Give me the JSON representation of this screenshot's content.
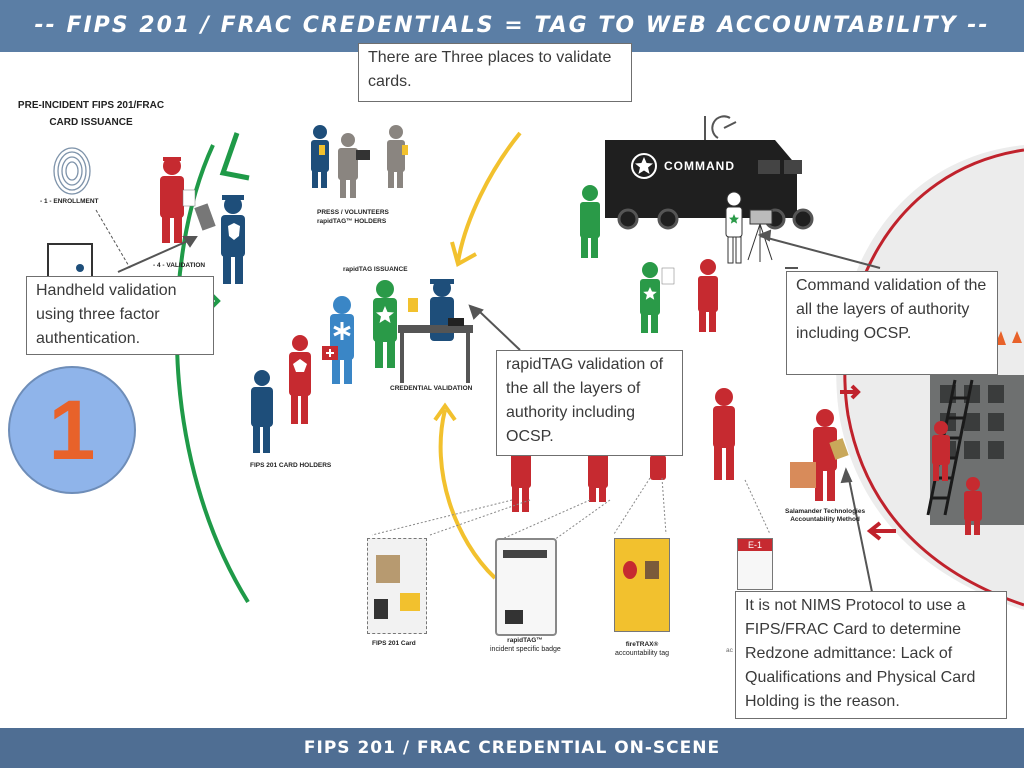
{
  "header": {
    "title": "-- FIPS 201 / FRAC CREDENTIALS = TAG TO WEB ACCOUNTABILITY --"
  },
  "footer": {
    "title": "FIPS 201 / FRAC CREDENTIAL ON-SCENE"
  },
  "callouts": {
    "three_places": "There are Three places to validate cards.",
    "handheld": "Handheld validation using three factor authentication.",
    "rapidtag": "rapidTAG validation of the all the layers of authority including OCSP.",
    "command": "Command validation of the all the layers of authority including OCSP.",
    "nims": "It is not NIMS Protocol to use a FIPS/FRAC Card to determine Redzone admittance: Lack of Qualifications and Physical Card Holding is the reason."
  },
  "step_number": "1",
  "diagram_labels": {
    "pre_incident_line1": "PRE-INCIDENT FIPS 201/FRAC",
    "pre_incident_line2": "CARD ISSUANCE",
    "enrollment": "- 1 - ENROLLMENT",
    "validation": "- 4 - VALIDATION",
    "press_line1": "PRESS / VOLUNTEERS",
    "press_line2": "rapidTAG™ HOLDERS",
    "rapidtag_issuance": "rapidTAG ISSUANCE",
    "credential_validation": "CREDENTIAL VALIDATION",
    "fips_card_holders": "FIPS 201 CARD HOLDERS",
    "command_truck": "COMMAND",
    "salamander_line1": "Salamander Technologies",
    "salamander_line2": "Accountability Method",
    "fips_card": "FIPS 201 Card",
    "rapidtag_badge": "rapidTAG™",
    "rapidtag_badge_sub": "incident specific badge",
    "firetrax": "fireTRAX®",
    "firetrax_sub": "accountability tag",
    "ac_fragment": "ac",
    "e1_tag": "E-1"
  },
  "colors": {
    "header_bg": "#5b7ea5",
    "footer_bg": "#4f6e93",
    "green_arc": "#1f9a48",
    "yellow_arc": "#f2c12e",
    "red_arc": "#c0222c",
    "badge_fill": "#8fb4ea",
    "badge_digit": "#e8622a",
    "responder_red": "#c62a30",
    "officer_blue": "#1e4e7a",
    "medic_blue": "#3a86c6",
    "responder_green": "#2a9a48",
    "press_gray": "#8a8580"
  },
  "icons": [
    "fingerprint-icon",
    "star-of-life-icon",
    "maltese-cross-icon",
    "police-badge-icon",
    "command-truck-icon",
    "satellite-dish-icon",
    "ladder-icon"
  ]
}
